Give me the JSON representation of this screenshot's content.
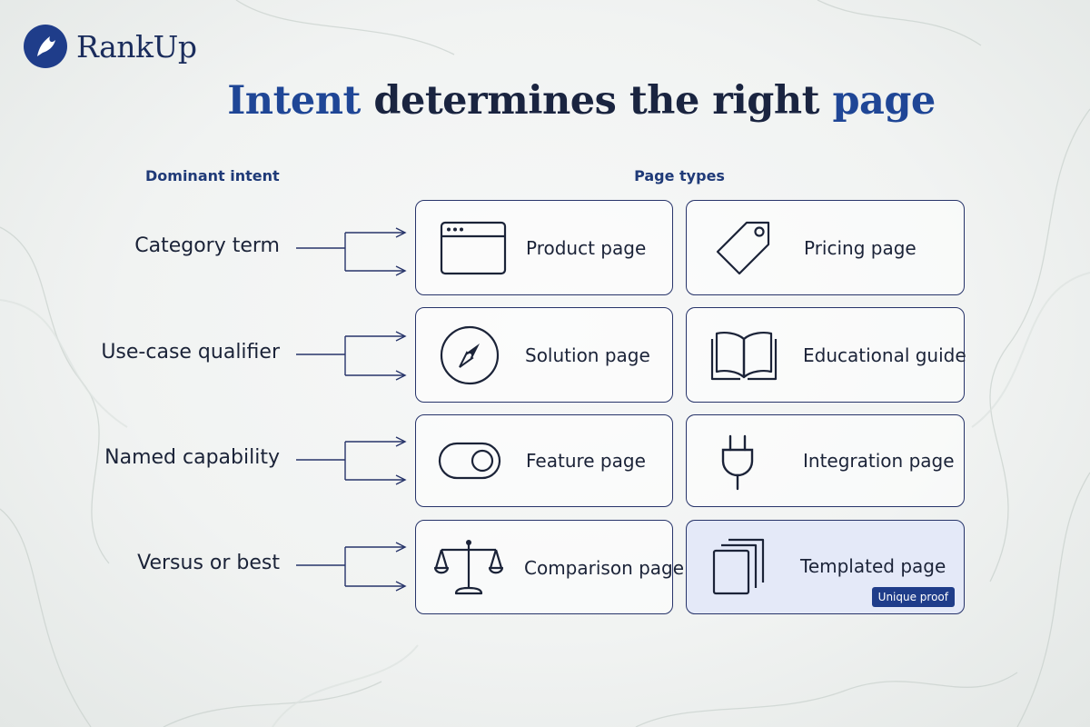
{
  "brand": {
    "name": "RankUp"
  },
  "title": {
    "part1": "Intent",
    "part2": " determines the right ",
    "part3": "page"
  },
  "columns": {
    "left": "Dominant intent",
    "right": "Page types"
  },
  "intents": [
    {
      "label": "Category term"
    },
    {
      "label": "Use-case qualifier"
    },
    {
      "label": "Named capability"
    },
    {
      "label": "Versus or best"
    }
  ],
  "pages": [
    {
      "label": "Product page",
      "icon": "browser-window-icon"
    },
    {
      "label": "Pricing page",
      "icon": "price-tag-icon"
    },
    {
      "label": "Solution page",
      "icon": "compass-icon"
    },
    {
      "label": "Educational guide",
      "icon": "open-book-icon"
    },
    {
      "label": "Feature page",
      "icon": "toggle-switch-icon"
    },
    {
      "label": "Integration page",
      "icon": "plug-icon"
    },
    {
      "label": "Comparison page",
      "icon": "balance-scale-icon"
    },
    {
      "label": "Templated page",
      "icon": "stacked-pages-icon",
      "badge": "Unique proof"
    }
  ],
  "colors": {
    "navy": "#1a2440",
    "accent": "#1f4696",
    "badge": "#1f3d8a",
    "highlight": "#e4e9f8"
  }
}
